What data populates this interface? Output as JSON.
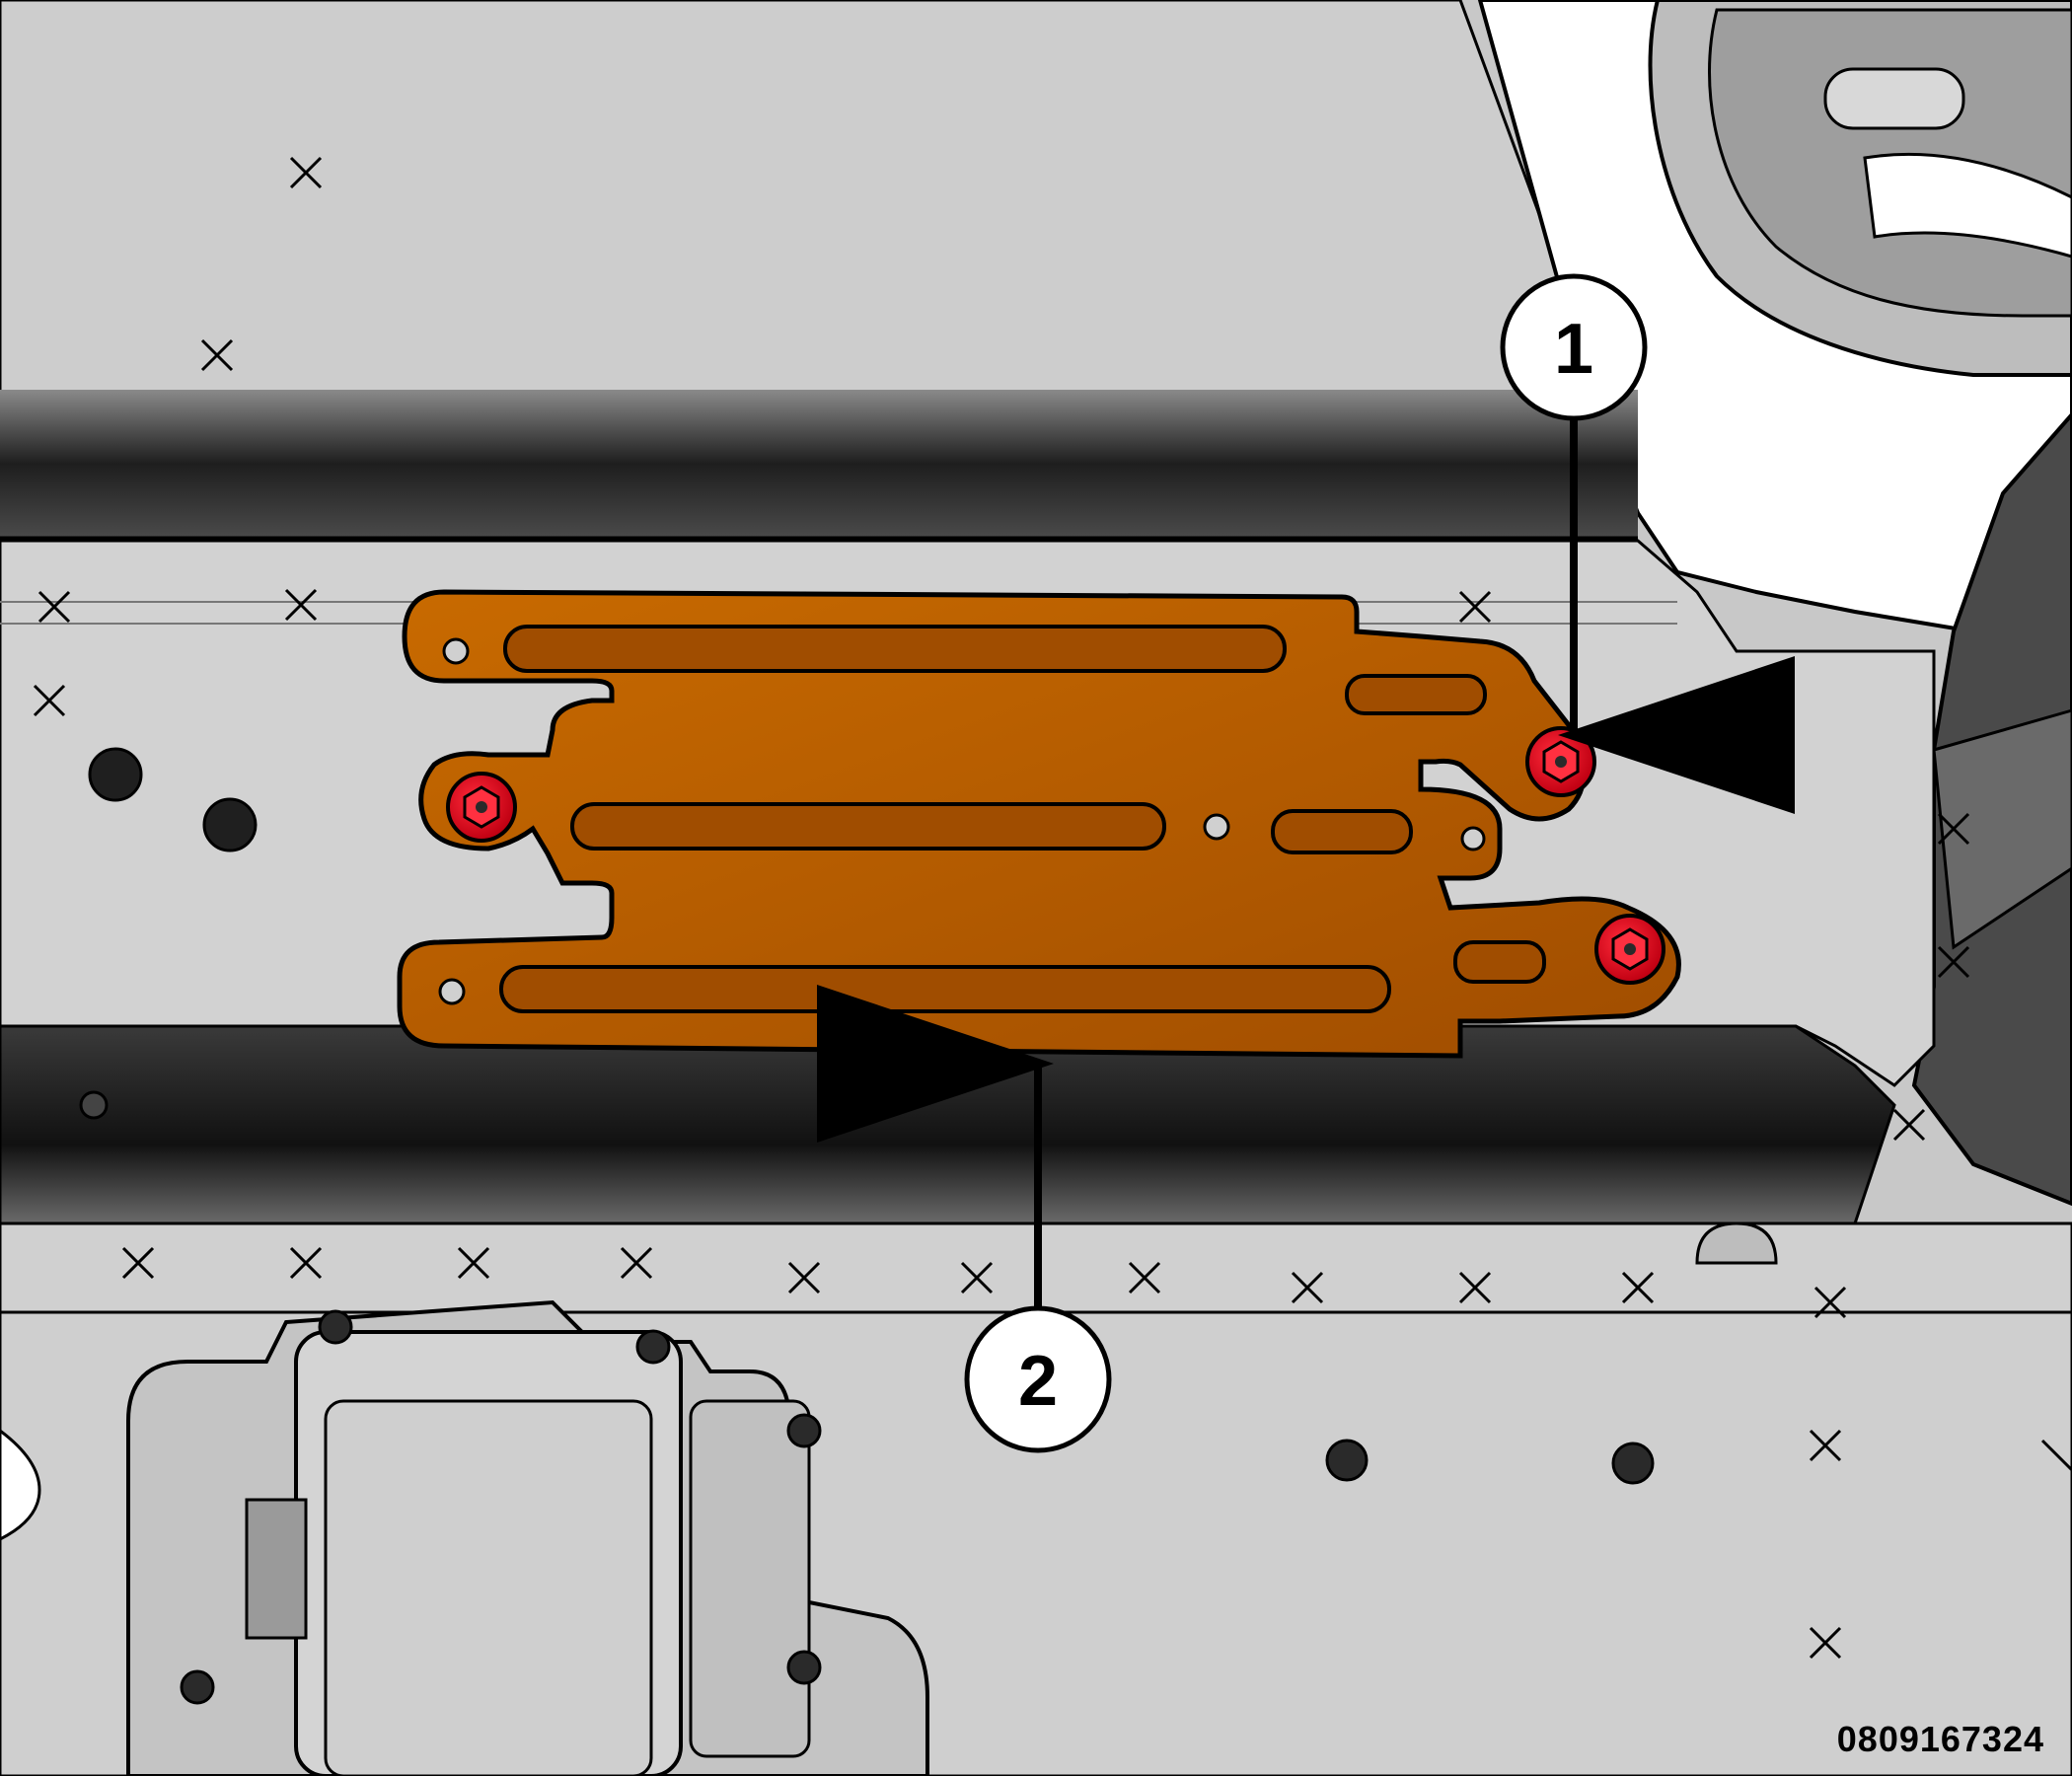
{
  "callouts": [
    {
      "label": "1",
      "target": "retaining-nuts"
    },
    {
      "label": "2",
      "target": "bracket"
    }
  ],
  "figure_id": "0809167324",
  "colors": {
    "background_panel": "#c8c8c8",
    "panel_light": "#d4d4d4",
    "shadow_band": "#2a2a2a",
    "bracket_orange": "#b35a00",
    "bracket_edge": "#000000",
    "nut_red": "#e0001a",
    "outline": "#000000",
    "callout_fill": "#ffffff"
  }
}
